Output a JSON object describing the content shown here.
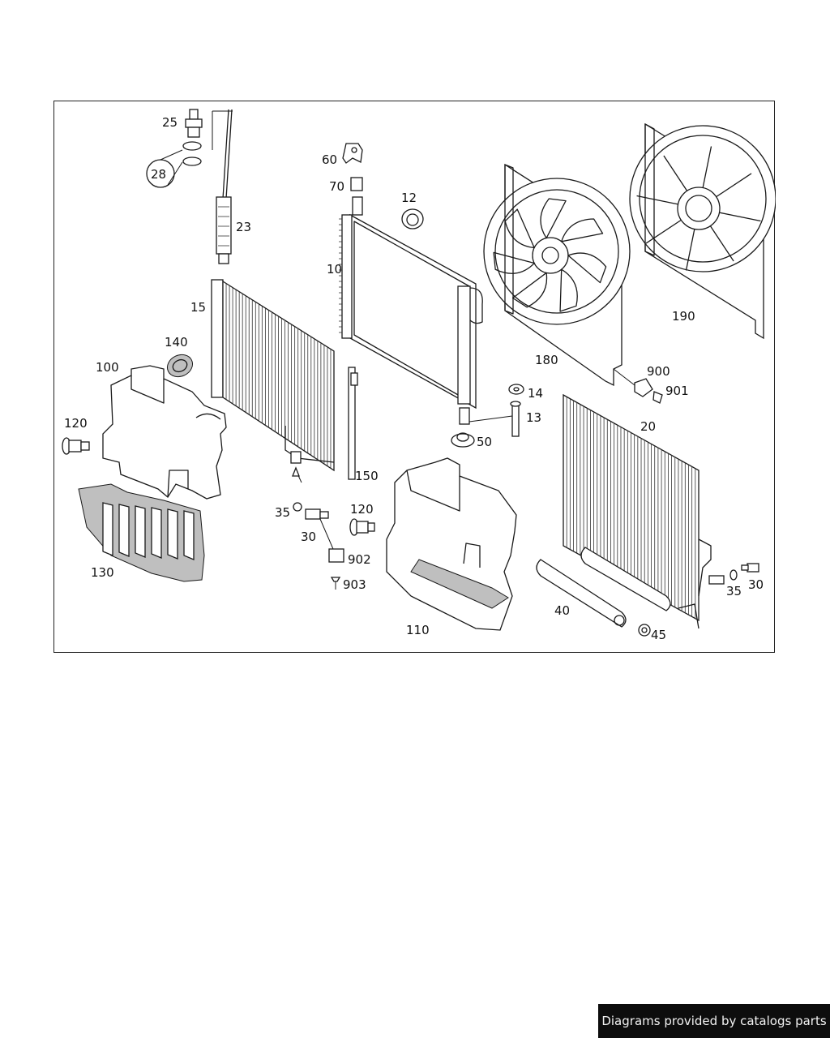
{
  "callouts": [
    "25",
    "28",
    "23",
    "60",
    "70",
    "12",
    "10",
    "15",
    "140",
    "100",
    "120",
    "130",
    "180",
    "190",
    "900",
    "901",
    "14",
    "13",
    "50",
    "20",
    "150",
    "35",
    "30",
    "902",
    "903",
    "120",
    "110",
    "40",
    "45",
    "35",
    "30"
  ],
  "watermark": "Diagrams provided by catalogs parts"
}
